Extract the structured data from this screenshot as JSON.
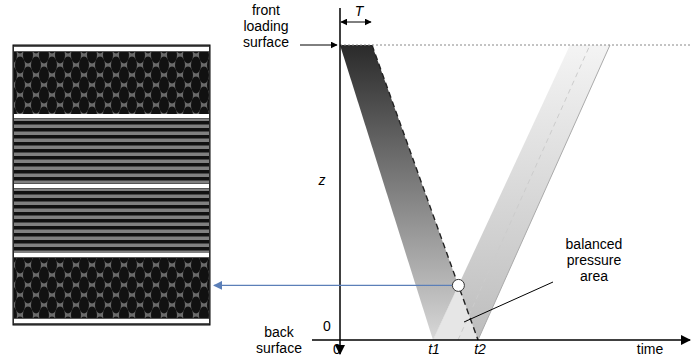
{
  "diagram": {
    "labels": [
      "front loading surface",
      "T",
      "z",
      "0",
      "back surface",
      "0",
      "t1",
      "t2",
      "time",
      "balanced pressure area"
    ]
  }
}
